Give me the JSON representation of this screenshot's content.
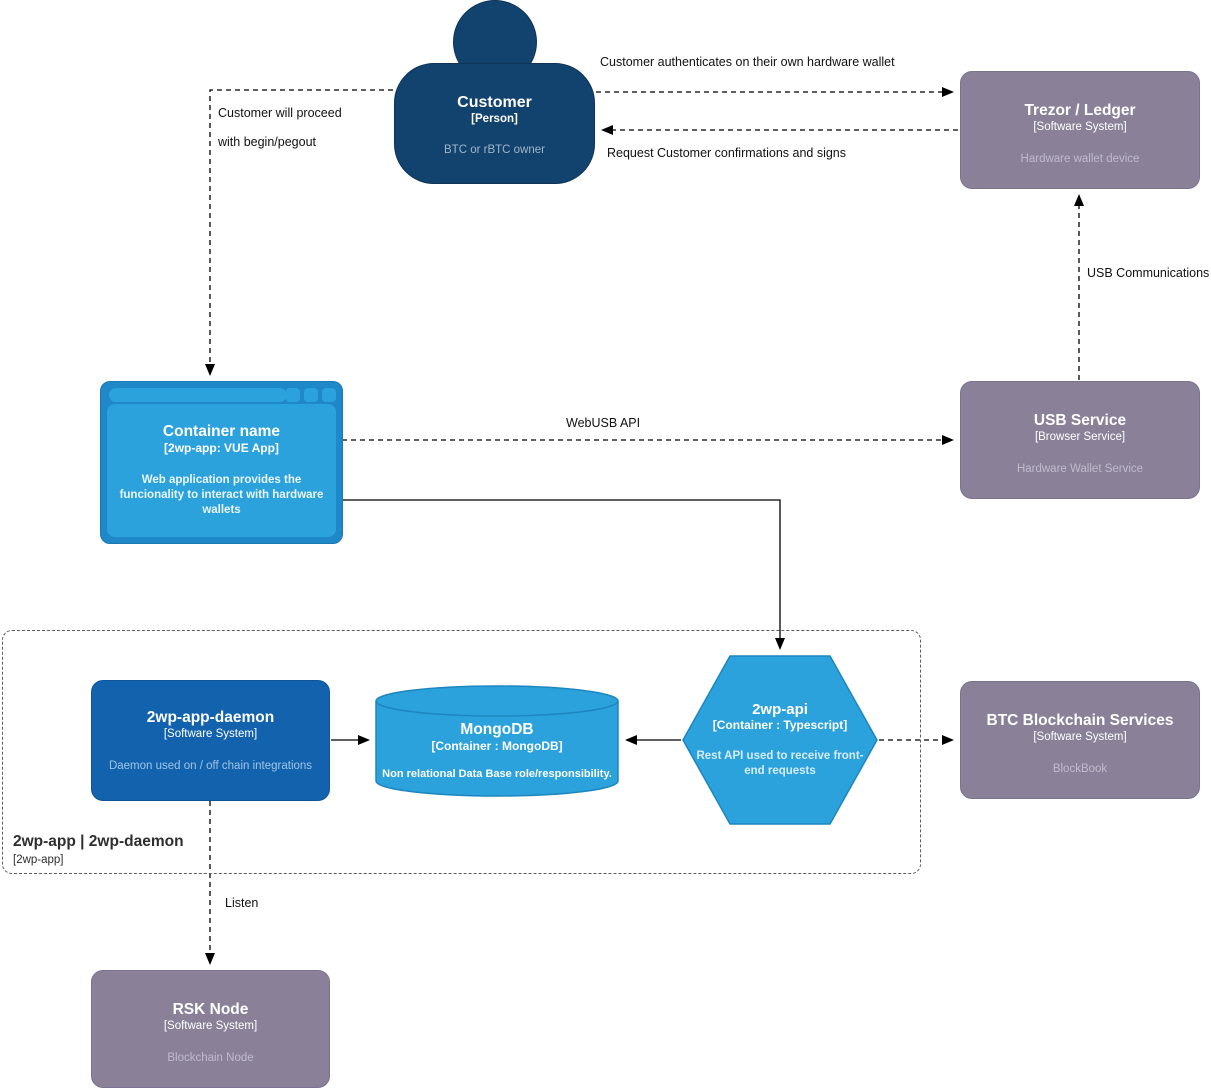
{
  "colors": {
    "person": "#12426e",
    "gray_system": "#8a8199",
    "blue_system": "#1262ae",
    "light_blue_container": "#2ba2dc",
    "browser_frame": "#1e88c8",
    "edge_line": "#000000",
    "boundary_border": "#5c5c5c"
  },
  "nodes": {
    "customer": {
      "title": "Customer",
      "subtitle": "[Person]",
      "desc": "BTC or rBTC owner"
    },
    "trezor": {
      "title": "Trezor / Ledger",
      "subtitle": "[Software System]",
      "desc": "Hardware wallet device"
    },
    "webapp": {
      "title": "Container name",
      "subtitle": "[2wp-app: VUE App]",
      "desc": "Web application provides the funcionality to interact with hardware wallets"
    },
    "usb_service": {
      "title": "USB Service",
      "subtitle": "[Browser Service]",
      "desc": "Hardware Wallet Service"
    },
    "daemon": {
      "title": "2wp-app-daemon",
      "subtitle": "[Software System]",
      "desc": "Daemon used on / off chain integrations"
    },
    "mongodb": {
      "title": "MongoDB",
      "subtitle": "[Container : MongoDB]",
      "desc": "Non relational Data Base role/responsibility."
    },
    "api": {
      "title": "2wp-api",
      "subtitle": "[Container : Typescript]",
      "desc": "Rest API used to receive front-end requests"
    },
    "btc": {
      "title": "BTC Blockchain Services",
      "subtitle": "[Software System]",
      "desc": "BlockBook"
    },
    "rsk": {
      "title": "RSK Node",
      "subtitle": "[Software System]",
      "desc": "Blockchain Node"
    }
  },
  "boundary": {
    "title": "2wp-app | 2wp-daemon",
    "subtitle": "[2wp-app]"
  },
  "edges": {
    "auth": "Customer authenticates on their own hardware wallet",
    "confirm": "Request Customer confirmations and signs",
    "proceed_line1": "Customer will proceed",
    "proceed_line2": "with begin/pegout",
    "usb_comm": "USB Communications",
    "webusb": "WebUSB API",
    "listen": "Listen"
  }
}
